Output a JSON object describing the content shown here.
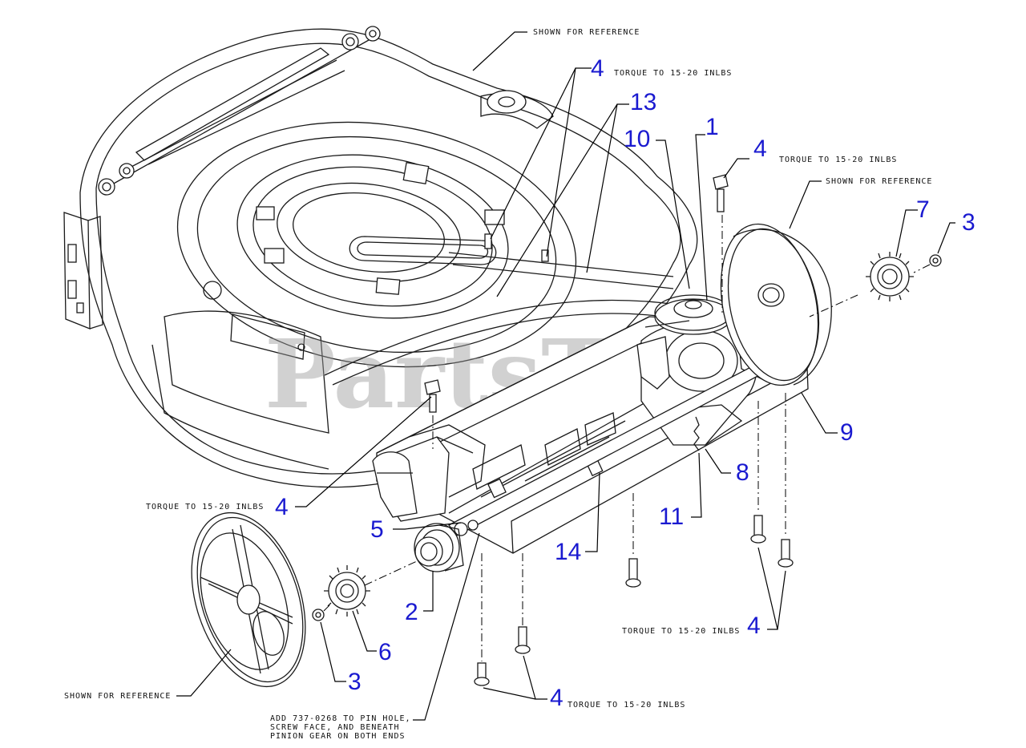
{
  "watermark": "PartsTre",
  "callouts": [
    {
      "id": "c4a",
      "number": "4"
    },
    {
      "id": "c13",
      "number": "13"
    },
    {
      "id": "c10",
      "number": "10"
    },
    {
      "id": "c1",
      "number": "1"
    },
    {
      "id": "c4b",
      "number": "4"
    },
    {
      "id": "c7",
      "number": "7"
    },
    {
      "id": "c3a",
      "number": "3"
    },
    {
      "id": "c9",
      "number": "9"
    },
    {
      "id": "c8",
      "number": "8"
    },
    {
      "id": "c11",
      "number": "11"
    },
    {
      "id": "c4c",
      "number": "4"
    },
    {
      "id": "c5",
      "number": "5"
    },
    {
      "id": "c14",
      "number": "14"
    },
    {
      "id": "c2",
      "number": "2"
    },
    {
      "id": "c6",
      "number": "6"
    },
    {
      "id": "c3b",
      "number": "3"
    },
    {
      "id": "c4d",
      "number": "4"
    },
    {
      "id": "c4e",
      "number": "4"
    }
  ],
  "notes": {
    "shown_ref_top": "SHOWN FOR REFERENCE",
    "torque_top": "TORQUE TO 15-20 INLBS",
    "torque_right": "TORQUE TO 15-20 INLBS",
    "shown_ref_right": "SHOWN FOR REFERENCE",
    "torque_left": "TORQUE TO 15-20 INLBS",
    "torque_bottom_right": "TORQUE TO 15-20 INLBS",
    "torque_bottom": "TORQUE TO 15-20 INLBS",
    "shown_ref_left": "SHOWN FOR REFERENCE",
    "add_line1": "ADD 737-0268 TO PIN HOLE,",
    "add_line2": "SCREW FACE, AND BENEATH",
    "add_line3": "PINION GEAR ON BOTH ENDS"
  },
  "colors": {
    "callout": "#1a1ad0",
    "line": "#1a1a1a",
    "watermark": "#9a9a9a"
  }
}
